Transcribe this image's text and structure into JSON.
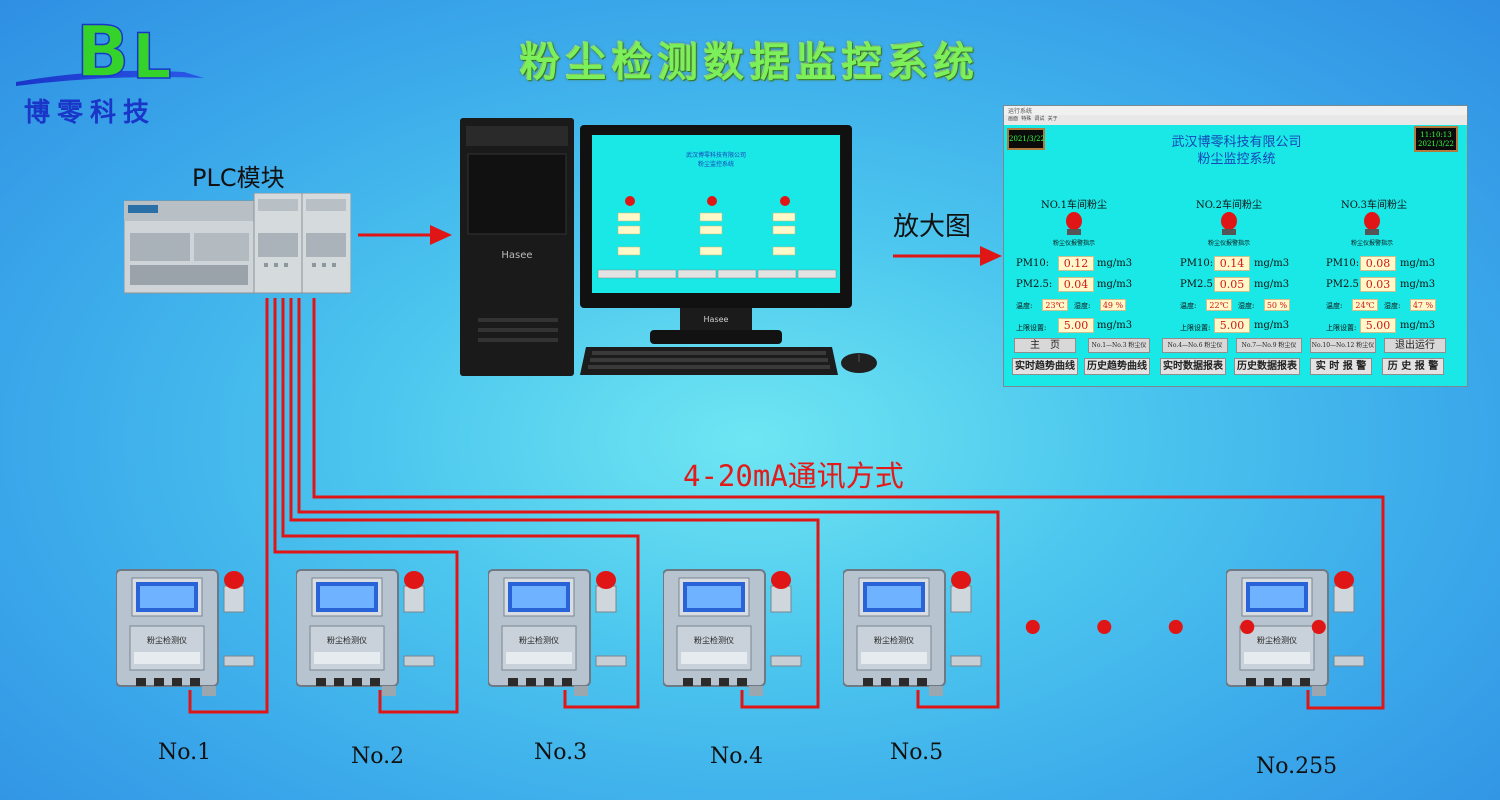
{
  "logo": {
    "letters": "BL",
    "name_cn": "博零科技"
  },
  "title": "粉尘检测数据监控系统",
  "plc_label": "PLC模块",
  "monitor_brand": "Hasee",
  "zoom_label": "放大图",
  "comm_label": "4-20mA通讯方式",
  "screen": {
    "window_title": "运行系统",
    "menu": [
      "画面",
      "特殊",
      "调试",
      "关于"
    ],
    "date": "2021/3/22",
    "time": "11:10:13",
    "time_date": "2021/3/22",
    "company_line1": "武汉博零科技有限公司",
    "company_line2": "粉尘监控系统",
    "alarm_label": "粉尘仪报警指示",
    "groups": [
      {
        "title": "NO.1车间粉尘",
        "pm10": "0.12",
        "pm25": "0.04",
        "temp": "23℃",
        "humidity": "49 %",
        "limit": "5.00"
      },
      {
        "title": "NO.2车间粉尘",
        "pm10": "0.14",
        "pm25": "0.05",
        "temp": "22℃",
        "humidity": "50 %",
        "limit": "5.00"
      },
      {
        "title": "NO.3车间粉尘",
        "pm10": "0.08",
        "pm25": "0.03",
        "temp": "24℃",
        "humidity": "47 %",
        "limit": "5.00"
      }
    ],
    "labels": {
      "pm10": "PM10:",
      "pm25": "PM2.5:",
      "temp": "温度:",
      "humidity": "湿度:",
      "limit": "上限设置:",
      "unit": "mg/m3"
    },
    "nav_buttons": [
      "主　页",
      "No.1—No.3 粉尘仪",
      "No.4—No.6 粉尘仪",
      "No.7—No.9 粉尘仪",
      "No.10—No.12 粉尘仪",
      "退出运行"
    ],
    "bottom_buttons": [
      "实时趋势曲线",
      "历史趋势曲线",
      "实时数据报表",
      "历史数据报表",
      "实 时 报 警",
      "历 史 报 警"
    ]
  },
  "devices": [
    {
      "label": "No.1",
      "panel_title": "粉尘检测仪"
    },
    {
      "label": "No.2",
      "panel_title": "粉尘检测仪"
    },
    {
      "label": "No.3",
      "panel_title": "粉尘检测仪"
    },
    {
      "label": "No.4",
      "panel_title": "粉尘检测仪"
    },
    {
      "label": "No.5",
      "panel_title": "粉尘检测仪"
    },
    {
      "label": "No.255",
      "panel_title": "粉尘检测仪"
    }
  ],
  "dots": "• • • • •",
  "colors": {
    "wire": "#e01616",
    "title_green": "#7cf05a",
    "screen_bg": "#19e8e6",
    "logo_blue": "#1a36c9",
    "logo_green": "#35d22c"
  }
}
